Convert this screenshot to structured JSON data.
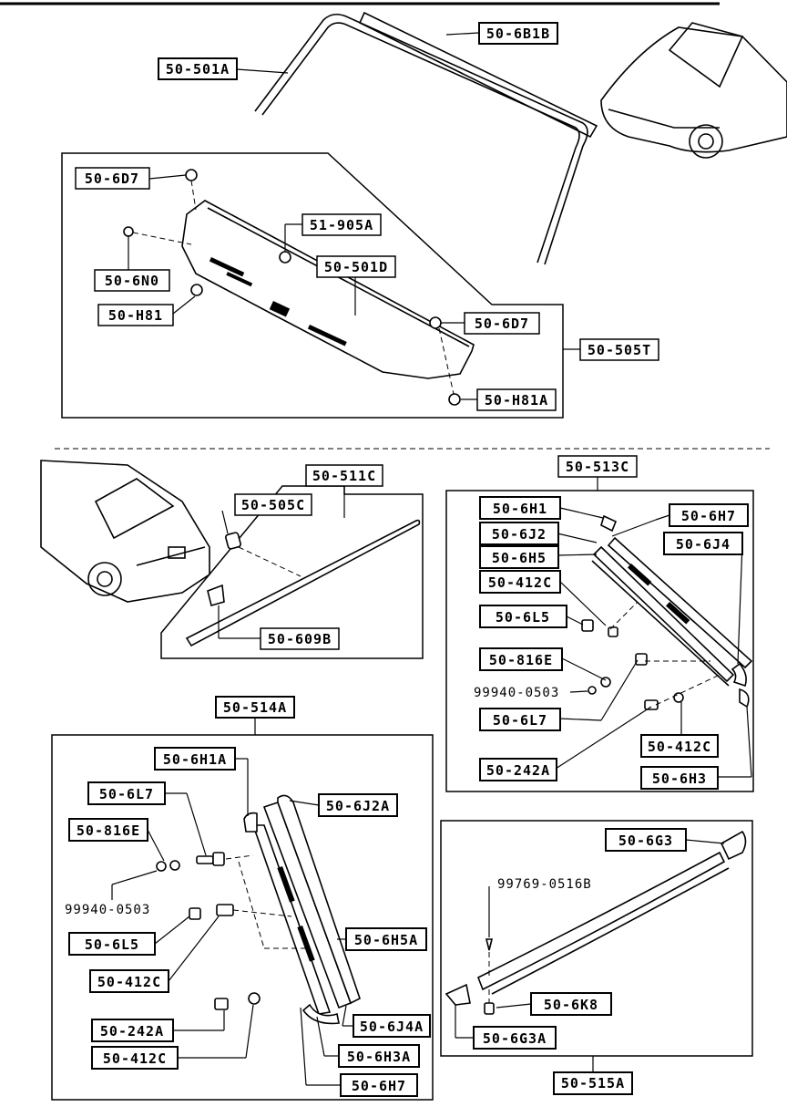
{
  "diagram": {
    "part_labels": {
      "p1": "50-6B1B",
      "p2": "50-501A",
      "p3": "50-6D7",
      "p4": "51-905A",
      "p5": "50-6N0",
      "p6": "50-501D",
      "p7": "50-H81",
      "p8": "50-6D7",
      "p9": "50-505T",
      "p10": "50-H81A",
      "p11": "50-511C",
      "p12": "50-505C",
      "p13": "50-609B",
      "p14": "50-513C",
      "p15": "50-6H1",
      "p16": "50-6H7",
      "p17": "50-6J2",
      "p18": "50-6J4",
      "p19": "50-6H5",
      "p20": "50-412C",
      "p21": "50-6L5",
      "p22": "50-816E",
      "p23": "99940-0503",
      "p24": "50-6L7",
      "p25": "50-412C",
      "p26": "50-242A",
      "p27": "50-6H3",
      "p28": "50-514A",
      "p29": "50-6H1A",
      "p30": "50-6L7",
      "p31": "50-6J2A",
      "p32": "50-816E",
      "p33": "99940-0503",
      "p34": "50-6L5",
      "p35": "50-6H5A",
      "p36": "50-412C",
      "p37": "50-242A",
      "p38": "50-6J4A",
      "p39": "50-412C",
      "p40": "50-6H3A",
      "p41": "50-6H7",
      "p42": "50-6G3",
      "p43": "99769-0516B",
      "p44": "50-6K8",
      "p45": "50-6G3A",
      "p46": "50-515A"
    }
  }
}
